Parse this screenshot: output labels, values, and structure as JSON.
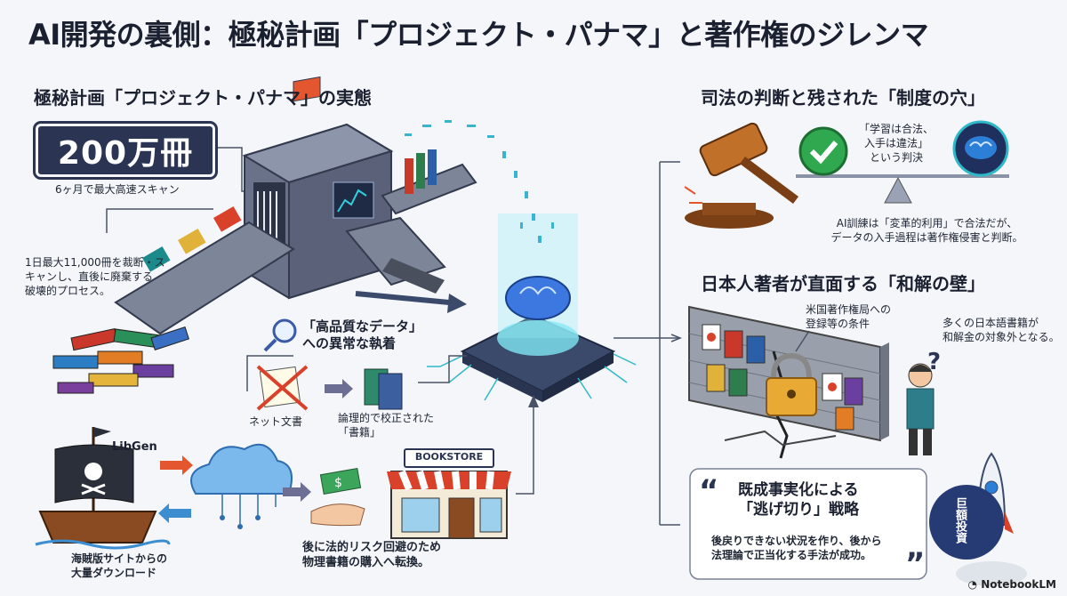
{
  "title": "AI開発の裏側：極秘計画「プロジェクト・パナマ」と著作権のジレンマ",
  "left": {
    "heading": "極秘計画「プロジェクト・パナマ」の実態",
    "counter": "200万冊",
    "counter_caption": "6ヶ月で最大高速スキャン",
    "destroy_text": [
      "1日最大11,000冊を裁断・ス",
      "キャンし、直後に廃棄する",
      "破壊的プロセス。"
    ],
    "quality_heading": [
      "「高品質なデータ」",
      "への異常な執着"
    ],
    "net_docs": "ネット文書",
    "books_label": [
      "論理的で校正された",
      "「書籍」"
    ],
    "libgen": "LibGen",
    "pirate_caption": [
      "海賊版サイトからの",
      "大量ダウンロード"
    ],
    "bookstore_sign": "BOOKSTORE",
    "purchase_caption": [
      "後に法的リスク回避のため",
      "物理書籍の購入へ転換。"
    ]
  },
  "right": {
    "court_heading": "司法の判断と残された「制度の穴」",
    "verdict": [
      "「学習は合法、",
      "入手は違法」",
      "という判決"
    ],
    "fair_use": [
      "AI訓練は「変革的利用」で合法だが、",
      "データの入手過程は著作権侵害と判断。"
    ],
    "wall_heading": "日本人著者が直面する「和解の壁」",
    "registration": [
      "米国著作権局への",
      "登録等の条件"
    ],
    "excluded": [
      "多くの日本語書籍が",
      "和解金の対象外となる。"
    ],
    "fait_heading": [
      "既成事実化による",
      "「逃げ切り」戦略"
    ],
    "fait_text": [
      "後戻りできない状況を作り、後から",
      "法理論で正当化する手法が成功。"
    ],
    "badge": "巨額投資"
  },
  "footer": {
    "logo": "NotebookLM"
  },
  "colors": {
    "navy": "#2b3553",
    "teal": "#1fb5c9",
    "green": "#2fa84f",
    "red": "#d9412b",
    "brown": "#8a4a22"
  }
}
